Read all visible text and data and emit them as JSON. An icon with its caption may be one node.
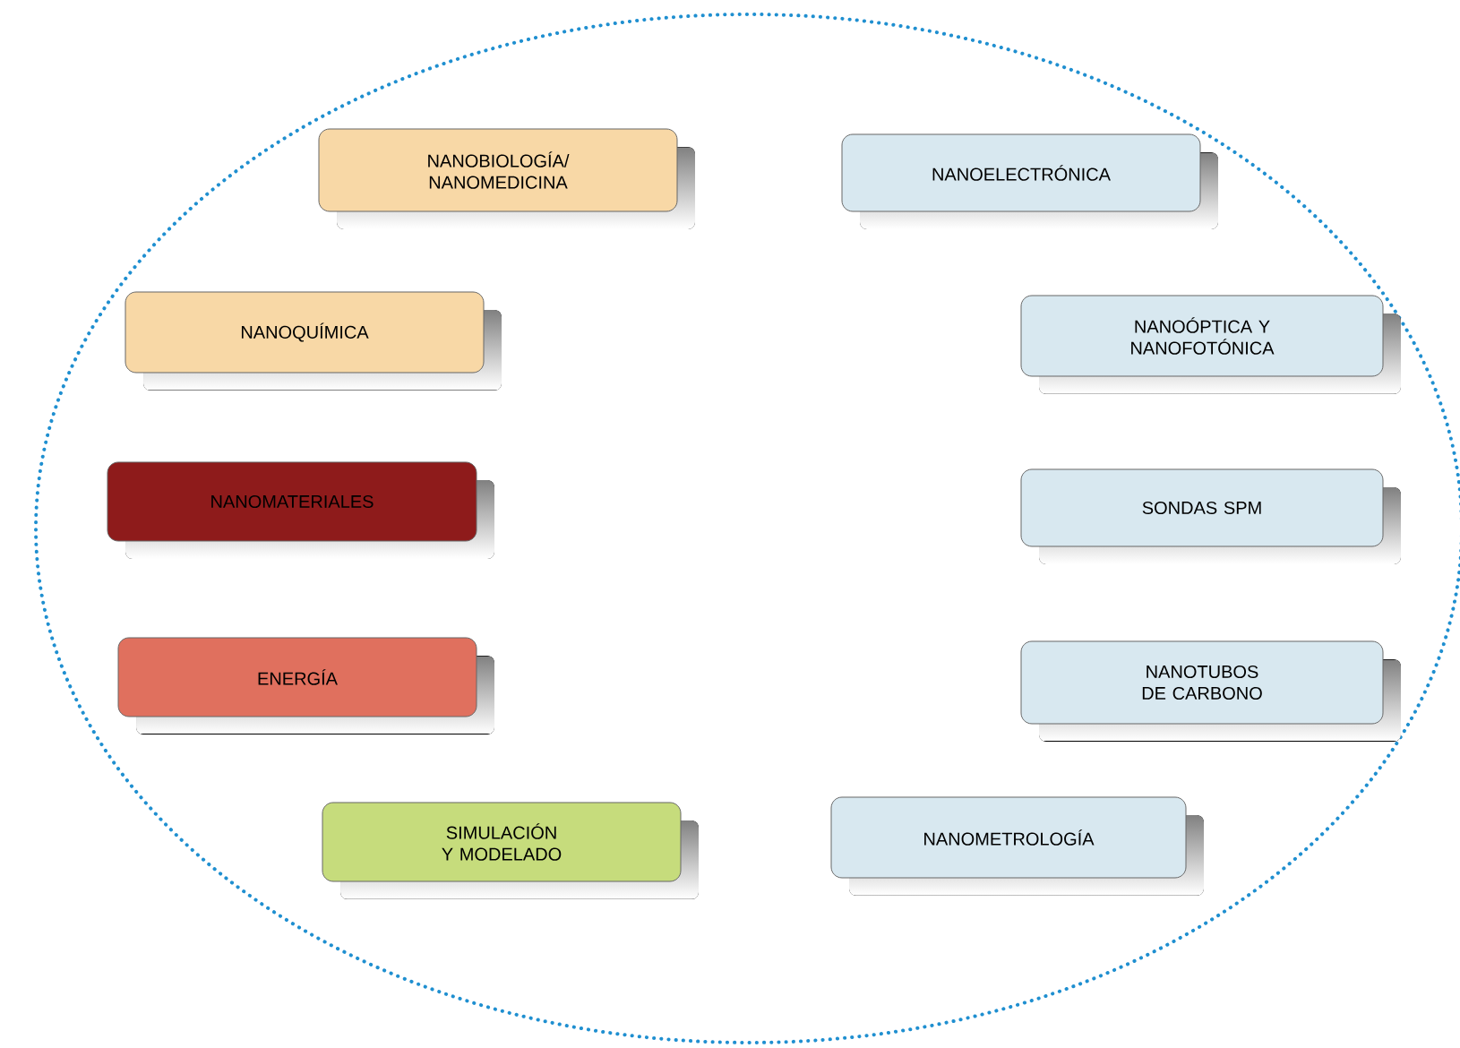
{
  "diagram": {
    "nodes": [
      {
        "text": [
          "NANOBIOLOGÍA/ NANOMEDICINA"
        ]
      },
      {
        "text": [
          "NANOELECTRÓNICA"
        ]
      },
      {
        "text": [
          "NANOQUÍMICA"
        ]
      },
      {
        "text": [
          "NANOÓPTICA Y NANOFOTÓNICA"
        ]
      },
      {
        "text": [
          "NANOMATERIALES"
        ]
      },
      {
        "text": [
          "SONDAS SPM"
        ]
      },
      {
        "text": [
          "ENERGÍA"
        ]
      },
      {
        "text": [
          "NANOTUBOS DE CARBONO"
        ]
      },
      {
        "text": [
          "SIMULACIÓN Y MODELADO"
        ]
      },
      {
        "text": [
          "NANOMETROLOGÍA"
        ]
      }
    ]
  }
}
